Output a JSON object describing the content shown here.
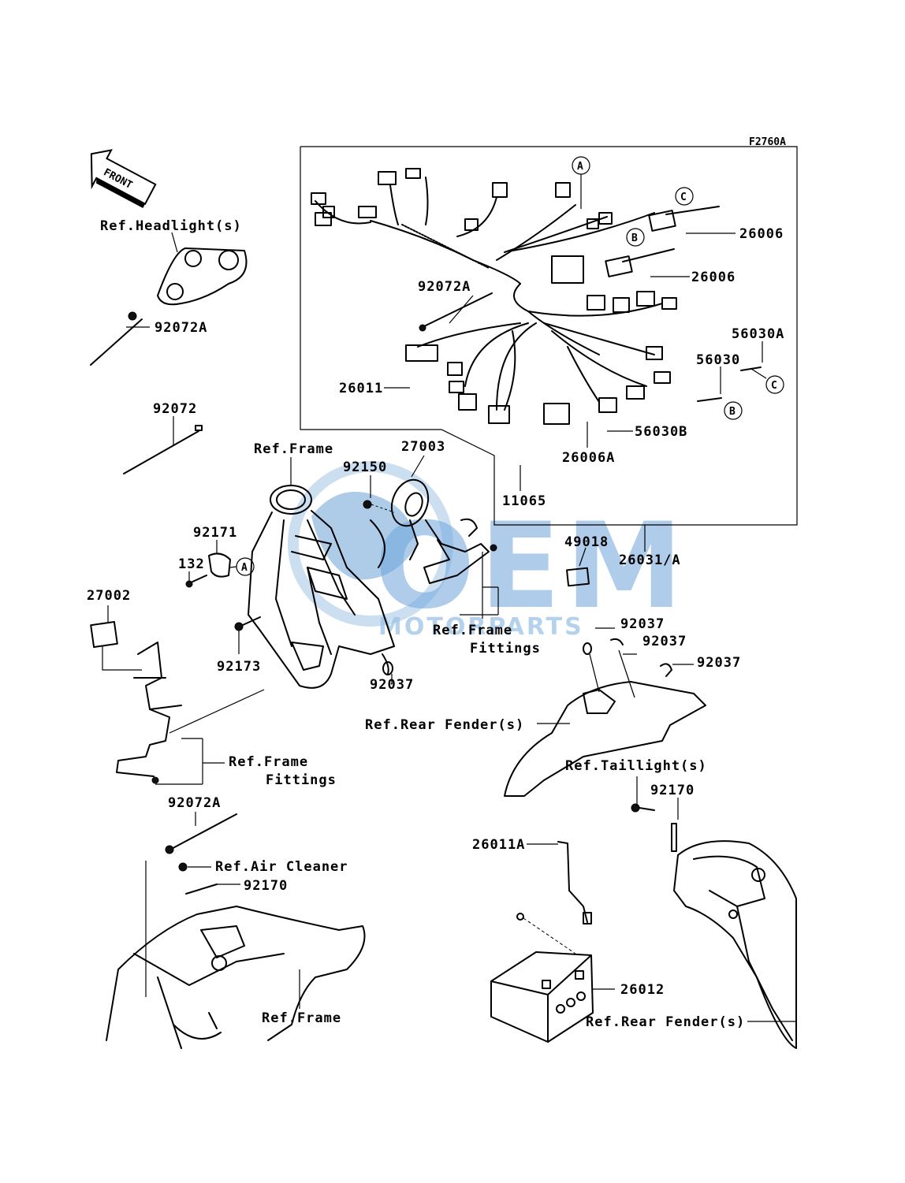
{
  "diagram_code": "F2760A",
  "front_arrow": "FRONT",
  "watermark": {
    "brand": "OEM",
    "sub": "MOTORPARTS",
    "color": "#6ea6dc"
  },
  "callouts": {
    "a": "A",
    "b": "B",
    "c": "C"
  },
  "labels": {
    "ref_headlight": "Ref.Headlight(s)",
    "p92072a_top": "92072A",
    "p92072": "92072",
    "p92072a_box": "92072A",
    "p26006_c": "26006",
    "p26006_b": "26006",
    "p56030a": "56030A",
    "p56030": "56030",
    "p26011": "26011",
    "p56030b": "56030B",
    "p26006a": "26006A",
    "p11065": "11065",
    "p26031a": "26031/A",
    "ref_frame_top": "Ref.Frame",
    "p27003": "27003",
    "p92150": "92150",
    "p92171": "92171",
    "p132": "132",
    "p27002": "27002",
    "p92173": "92173",
    "p92037_mid": "92037",
    "ref_frame_fittings_1": "Ref.Frame",
    "ref_frame_fittings_1b": "Fittings",
    "p49018": "49018",
    "p92037_a": "92037",
    "p92037_b": "92037",
    "p92037_c": "92037",
    "ref_rear_fender_1": "Ref.Rear Fender(s)",
    "ref_frame_fittings_2": "Ref.Frame",
    "ref_frame_fittings_2b": "Fittings",
    "ref_taillight": "Ref.Taillight(s)",
    "p92170_right": "92170",
    "p92072a_bottom": "92072A",
    "ref_air_cleaner": "Ref.Air Cleaner",
    "p92170_left": "92170",
    "p26011a": "26011A",
    "p26012": "26012",
    "ref_frame_bottom": "Ref.Frame",
    "ref_rear_fender_2": "Ref.Rear Fender(s)"
  }
}
